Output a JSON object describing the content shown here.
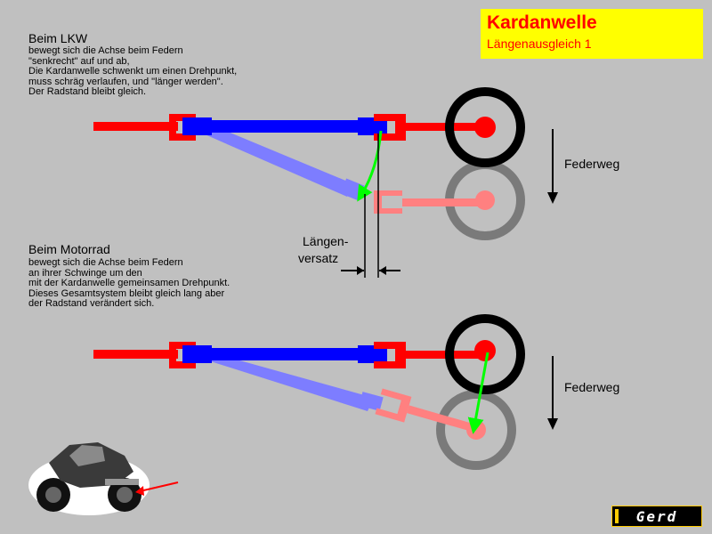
{
  "title": {
    "main": "Kardanwelle",
    "sub": "Längenausgleich 1"
  },
  "lkw": {
    "heading": "Beim LKW",
    "lines": [
      "bewegt sich die Achse beim Federn",
      "\"senkrecht\" auf und ab,",
      "Die Kardanwelle schwenkt um einen Drehpunkt,",
      "muss schräg verlaufen, und \"länger werden\".",
      "Der Radstand bleibt gleich."
    ]
  },
  "motorrad": {
    "heading": "Beim Motorrad",
    "lines": [
      "bewegt sich die Achse beim Federn",
      "an ihrer Schwinge um den",
      "mit der Kardanwelle gemeinsamen Drehpunkt.",
      "Dieses Gesamtsystem bleibt gleich lang aber",
      "der Radstand verändert sich."
    ]
  },
  "labels": {
    "federweg_top": "Federweg",
    "federweg_bottom": "Federweg",
    "laengenversatz_1": "Längen-",
    "laengenversatz_2": "versatz"
  },
  "logo": {
    "text": "Gerd"
  },
  "colors": {
    "background": "#c0c0c0",
    "title_box": "#ffff00",
    "title_text": "#ff0000",
    "shaft": "#0000ff",
    "shaft_faded": "#7d7dff",
    "axle": "#ff0000",
    "axle_faded": "#ff8080",
    "wheel": "#000000",
    "wheel_faded": "#7a7a7a",
    "motion_arrow": "#00ff00"
  }
}
